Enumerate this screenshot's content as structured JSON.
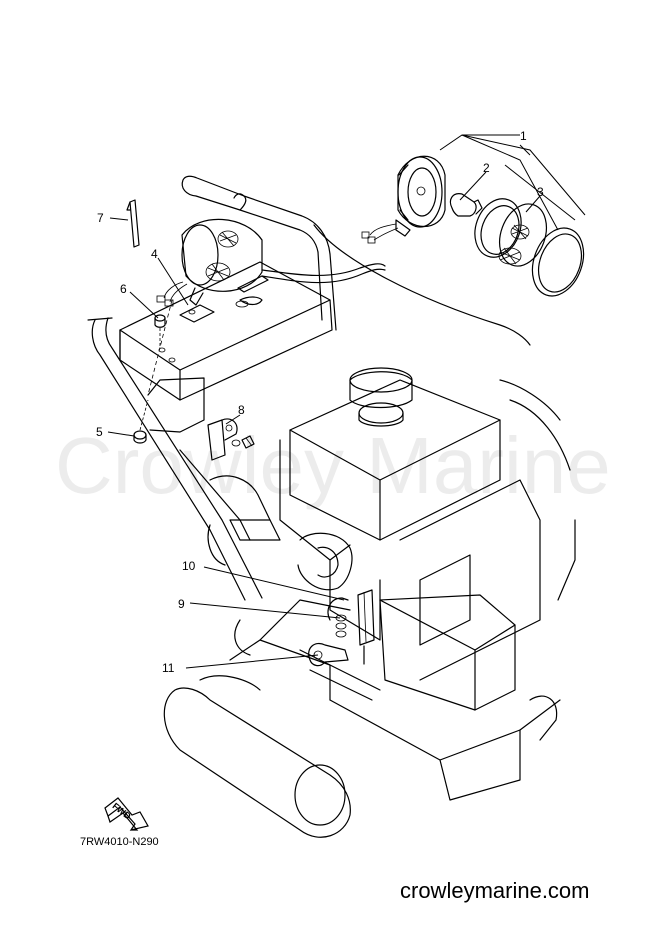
{
  "callouts": [
    {
      "num": "1"
    },
    {
      "num": "2"
    },
    {
      "num": "3"
    },
    {
      "num": "4"
    },
    {
      "num": "5"
    },
    {
      "num": "6"
    },
    {
      "num": "7"
    },
    {
      "num": "8"
    },
    {
      "num": "9"
    },
    {
      "num": "10"
    },
    {
      "num": "11"
    }
  ],
  "fwd_label": "FWD",
  "diagram_code": "7RW4010-N290",
  "watermark": "Crowley Marine",
  "site": "crowleymarine.com"
}
